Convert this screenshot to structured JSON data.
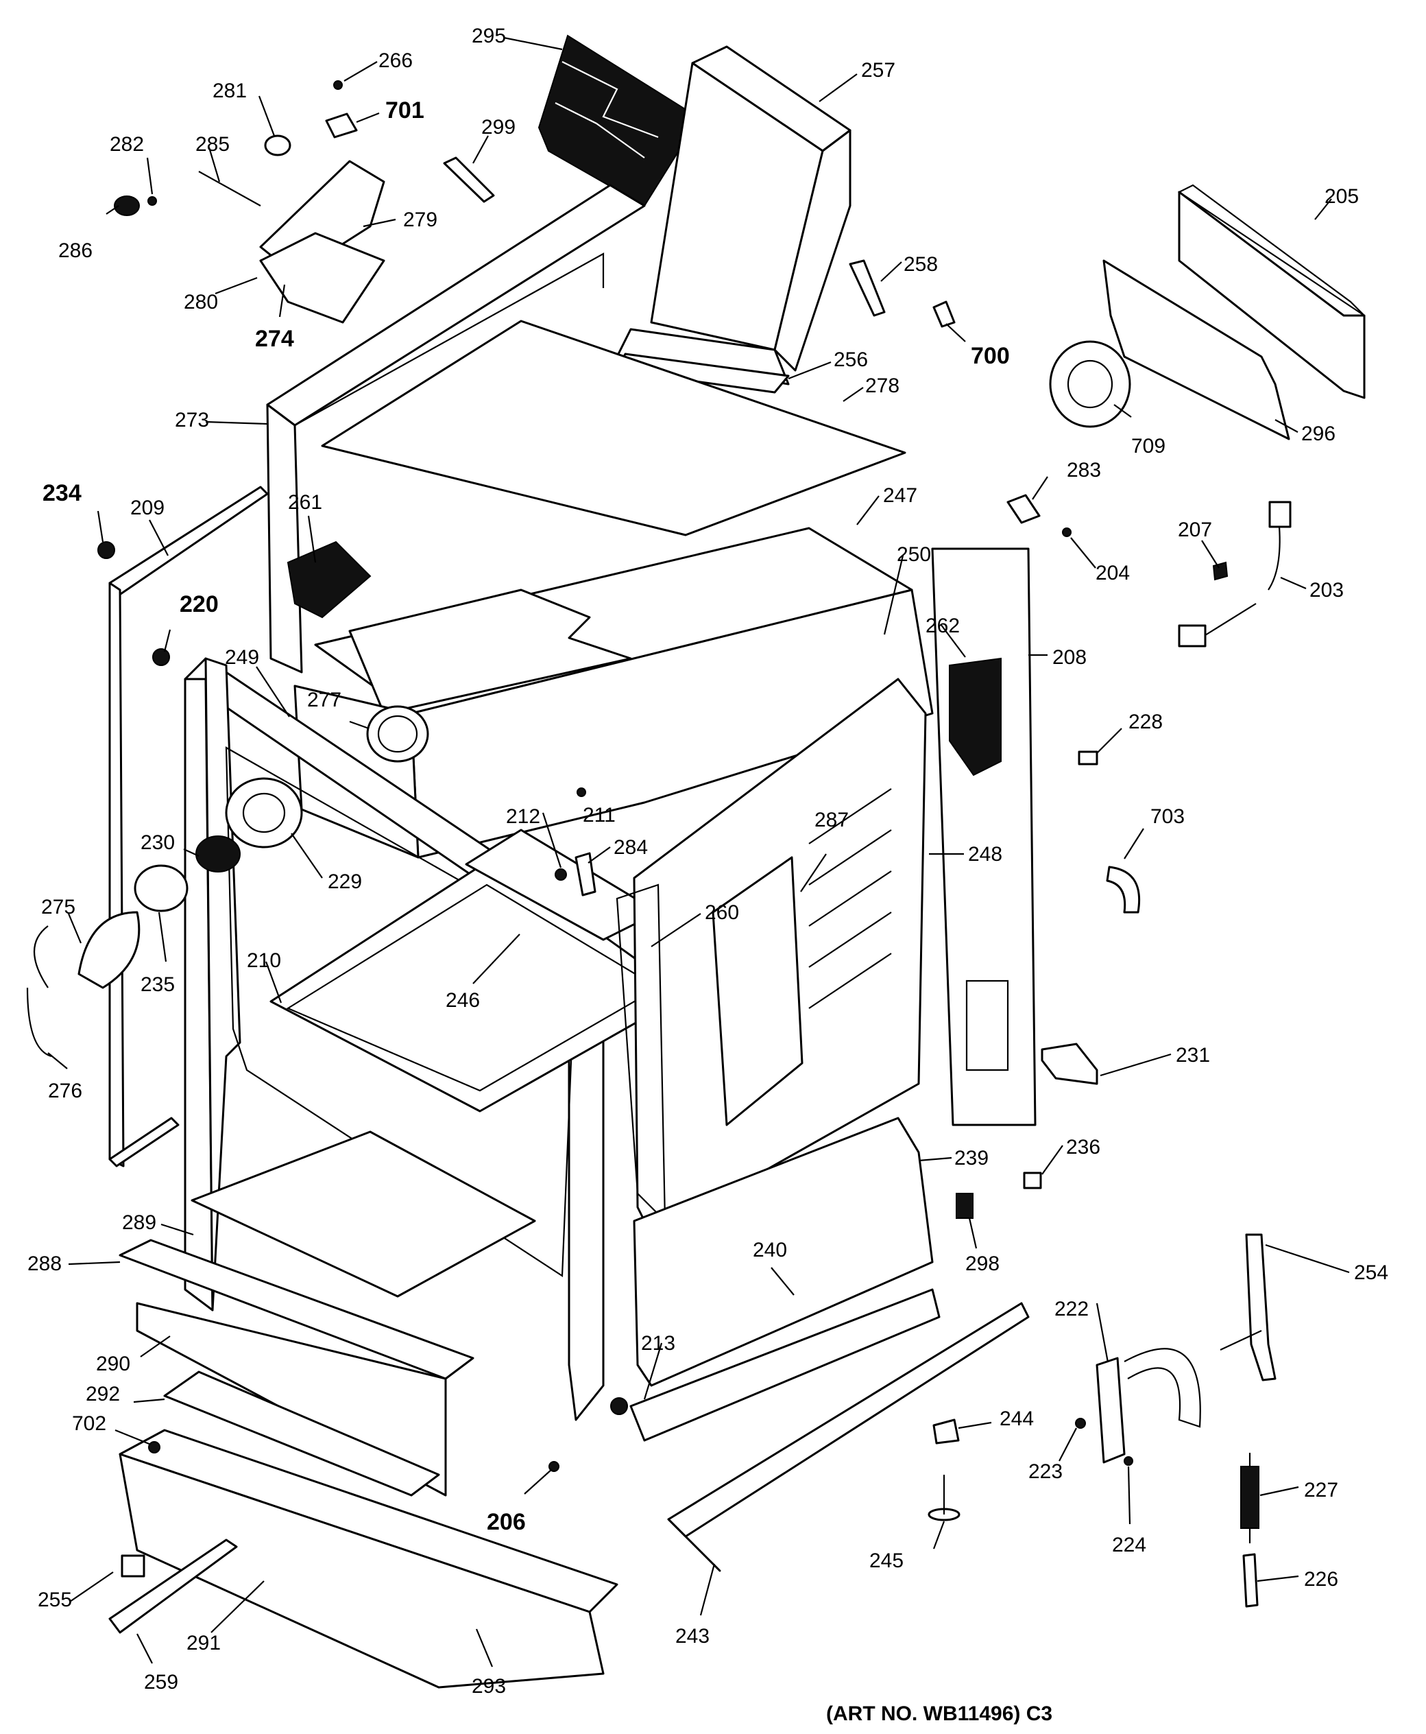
{
  "diagram": {
    "caption": "(ART NO. WB11496) C3",
    "labels": {
      "l295": "295",
      "l266": "266",
      "l701": "701",
      "l281": "281",
      "l282": "282",
      "l285": "285",
      "l286": "286",
      "l279": "279",
      "l280": "280",
      "l274": "274",
      "l299": "299",
      "l257": "257",
      "l258": "258",
      "l700": "700",
      "l256": "256",
      "l278": "278",
      "l205": "205",
      "l296": "296",
      "l709": "709",
      "l273": "273",
      "l234": "234",
      "l209": "209",
      "l261": "261",
      "l220": "220",
      "l249": "249",
      "l277": "277",
      "l283": "283",
      "l204": "204",
      "l207": "207",
      "l203": "203",
      "l247": "247",
      "l250": "250",
      "l262": "262",
      "l208": "208",
      "l228": "228",
      "l703": "703",
      "l248": "248",
      "l287": "287",
      "l211": "211",
      "l212": "212",
      "l284": "284",
      "l230": "230",
      "l229": "229",
      "l275": "275",
      "l235": "235",
      "l210": "210",
      "l246": "246",
      "l260": "260",
      "l276": "276",
      "l231": "231",
      "l236": "236",
      "l239": "239",
      "l298": "298",
      "l289": "289",
      "l288": "288",
      "l240": "240",
      "l254": "254",
      "l222": "222",
      "l290": "290",
      "l213": "213",
      "l292": "292",
      "l702": "702",
      "l244": "244",
      "l223": "223",
      "l224": "224",
      "l227": "227",
      "l206": "206",
      "l245": "245",
      "l255": "255",
      "l226": "226",
      "l291": "291",
      "l243": "243",
      "l259": "259",
      "l293": "293"
    }
  }
}
